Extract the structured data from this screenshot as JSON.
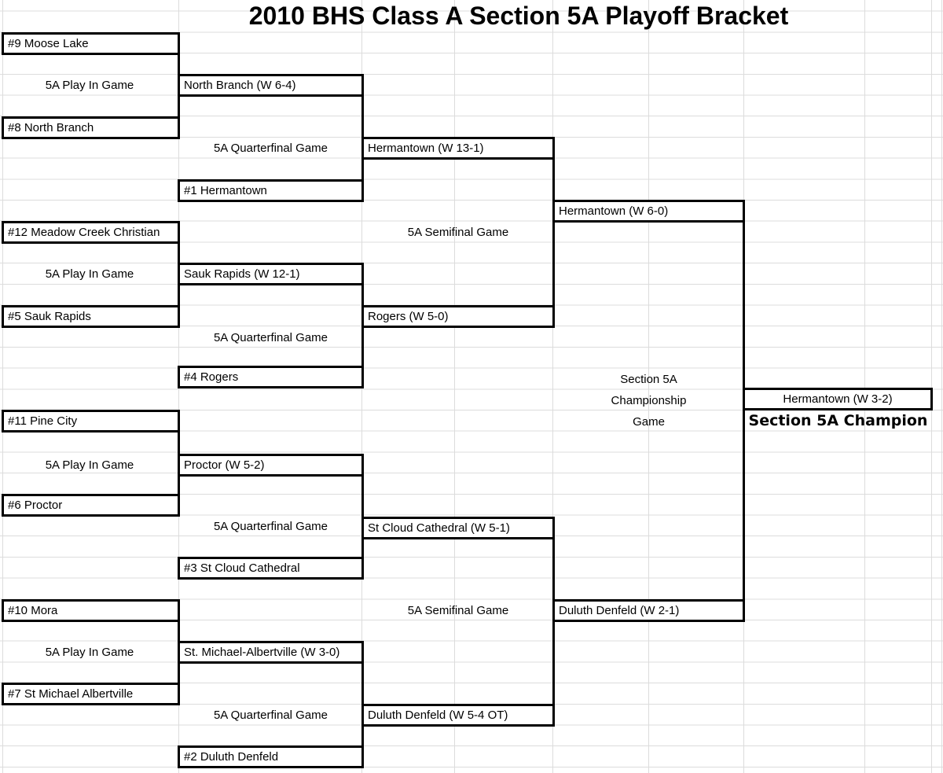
{
  "title": "2010 BHS Class A Section 5A Playoff Bracket",
  "labels": {
    "play_in": "5A Play In Game",
    "quarterfinal": "5A Quarterfinal Game",
    "semifinal": "5A Semifinal Game",
    "championship": {
      "line1": "Section 5A",
      "line2": "Championship",
      "line3": "Game"
    },
    "champion_note": "Section 5A Champion"
  },
  "seeds": {
    "s9": "#9 Moose Lake",
    "s8": "#8 North Branch",
    "s1": "#1 Hermantown",
    "s12": "#12 Meadow Creek Christian",
    "s5": "#5 Sauk Rapids",
    "s4": "#4 Rogers",
    "s11": "#11 Pine City",
    "s6": "#6 Proctor",
    "s3": "#3 St Cloud Cathedral",
    "s10": "#10 Mora",
    "s7": "#7 St Michael Albertville",
    "s2": "#2 Duluth Denfeld"
  },
  "winners": {
    "play_in_1": "North Branch (W 6-4)",
    "play_in_2": "Sauk Rapids (W 12-1)",
    "play_in_3": "Proctor (W 5-2)",
    "play_in_4": "St. Michael-Albertville (W 3-0)",
    "quarterfinal_1": "Hermantown (W 13-1)",
    "quarterfinal_2": "Rogers (W 5-0)",
    "quarterfinal_3": "St Cloud Cathedral (W 5-1)",
    "quarterfinal_4": "Duluth Denfeld (W 5-4 OT)",
    "semifinal_1": "Hermantown (W 6-0)",
    "semifinal_2": "Duluth Denfeld (W 2-1)",
    "champion": "Hermantown (W 3-2)"
  },
  "colors": {
    "grid_line": "#dcdcdc",
    "box_border": "#000000",
    "text": "#000000"
  }
}
